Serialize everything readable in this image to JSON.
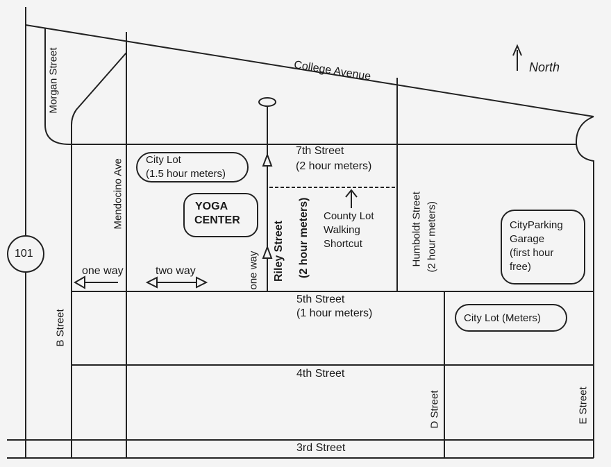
{
  "map": {
    "north_label": "North",
    "highway": "101",
    "streets": {
      "morgan": "Morgan Street",
      "college": "College Avenue",
      "mendocino": "Mendocino Ave",
      "seventh": "7th Street",
      "seventh_note": "(2 hour meters)",
      "riley": "Riley Street",
      "riley_note": "(2 hour meters)",
      "humboldt": "Humboldt Street",
      "humboldt_note": "(2 hour meters)",
      "fifth": "5th Street",
      "fifth_note": "(1 hour meters)",
      "fourth": "4th Street",
      "third": "3rd Street",
      "b": "B Street",
      "d": "D Street",
      "e": "E Street"
    },
    "places": {
      "city_lot_1_line1": "City Lot",
      "city_lot_1_line2": "(1.5 hour meters)",
      "yoga_line1": "YOGA",
      "yoga_line2": "CENTER",
      "county_line1": "County Lot",
      "county_line2": "Walking",
      "county_line3": "Shortcut",
      "garage_line1": "CityParking",
      "garage_line2": "Garage",
      "garage_line3": "(first hour",
      "garage_line4": "free)",
      "city_lot_2": "City Lot (Meters)"
    },
    "legend": {
      "one_way": "one way",
      "two_way": "two way",
      "one_way_vertical": "one way"
    }
  }
}
